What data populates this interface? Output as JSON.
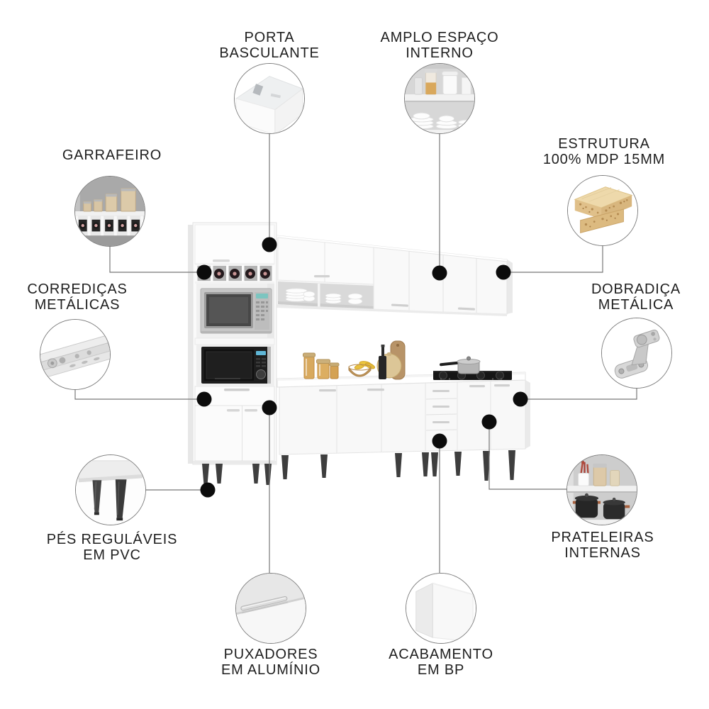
{
  "figure": {
    "type": "product-feature-callout-diagram",
    "language": "pt-BR"
  },
  "colors": {
    "background": "#ffffff",
    "label_text": "#1f1f1f",
    "connector_line": "#787878",
    "callout_dot": "#0c0c0c",
    "circle_border": "#7e7e7e",
    "cabinet_white": "#f8f8f8",
    "leg_dark": "#3e3e3e",
    "wood_mdp": "#e0c18c",
    "amber_jar": "#d8a95e"
  },
  "callouts": [
    {
      "id": "porta-basculante",
      "icon": "flap-door-icon",
      "lines": [
        "PORTA",
        "BASCULANTE"
      ]
    },
    {
      "id": "amplo-espaco-interno",
      "icon": "inner-shelves-icon",
      "lines": [
        "AMPLO ESPAÇO",
        "INTERNO"
      ]
    },
    {
      "id": "garrafeiro",
      "icon": "bottle-rack-icon",
      "lines": [
        "GARRAFEIRO"
      ]
    },
    {
      "id": "estrutura-mdp",
      "icon": "mdp-board-icon",
      "lines": [
        "ESTRUTURA",
        "100% MDP 15MM"
      ]
    },
    {
      "id": "corredicas-metalicas",
      "icon": "metal-slide-icon",
      "lines": [
        "CORREDIÇAS",
        "METÁLICAS"
      ]
    },
    {
      "id": "dobradica-metalica",
      "icon": "metal-hinge-icon",
      "lines": [
        "DOBRADIÇA",
        "METÁLICA"
      ]
    },
    {
      "id": "pes-regulaveis",
      "icon": "pvc-feet-icon",
      "lines": [
        "PÉS REGULÁVEIS",
        "EM PVC"
      ]
    },
    {
      "id": "prateleiras-internas",
      "icon": "inner-shelf-pots-icon",
      "lines": [
        "PRATELEIRAS",
        "INTERNAS"
      ]
    },
    {
      "id": "puxadores-aluminio",
      "icon": "aluminum-handle-icon",
      "lines": [
        "PUXADORES",
        "EM ALUMÍNIO"
      ]
    },
    {
      "id": "acabamento-bp",
      "icon": "bp-finish-icon",
      "lines": [
        "ACABAMENTO",
        "EM BP"
      ]
    }
  ]
}
